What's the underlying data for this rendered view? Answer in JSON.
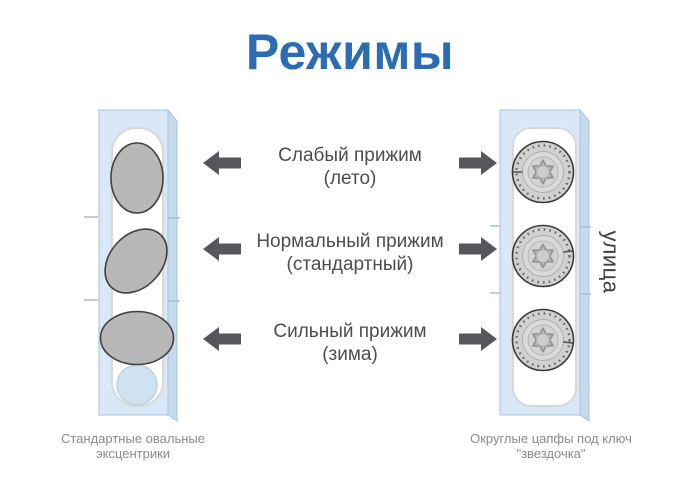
{
  "title": "Режимы",
  "colors": {
    "background": "#ffffff",
    "title_blue": "#2b6cb3",
    "panel_fill": "#d9e8f6",
    "panel_side": "#c6daec",
    "panel_border": "#a9c2d9",
    "slot_fill": "#ffffff",
    "slot_border": "#d8d8d8",
    "hole_fill": "#cfe2f1",
    "hole_border": "#bcd2e6",
    "cam_fill": "#b7b7b7",
    "cam_border": "#414141",
    "pin_fill": "#d0d0d0",
    "pin_border": "#3a3a3a",
    "pin_inner": "#dadada",
    "pin_star": "#c8c8c8",
    "pin_star_border": "#969696",
    "joint_mark": "#a6bdd2",
    "arrow_gray": "#56575a",
    "row_text": "#4d4d4d",
    "caption_gray": "#8b8b8b",
    "street_text": "#3f3f3f"
  },
  "modes": [
    {
      "label": "Слабый прижим",
      "sub": "(лето)"
    },
    {
      "label": "Нормальный прижим",
      "sub": "(стандартный)"
    },
    {
      "label": "Сильный прижим",
      "sub": "(зима)"
    }
  ],
  "left_caption": {
    "line1": "Стандартные овальные",
    "line2": "эксцентрики"
  },
  "right_caption": {
    "line1": "Округлые цапфы под ключ",
    "line2": "\"звездочка\""
  },
  "side_label": "улица"
}
